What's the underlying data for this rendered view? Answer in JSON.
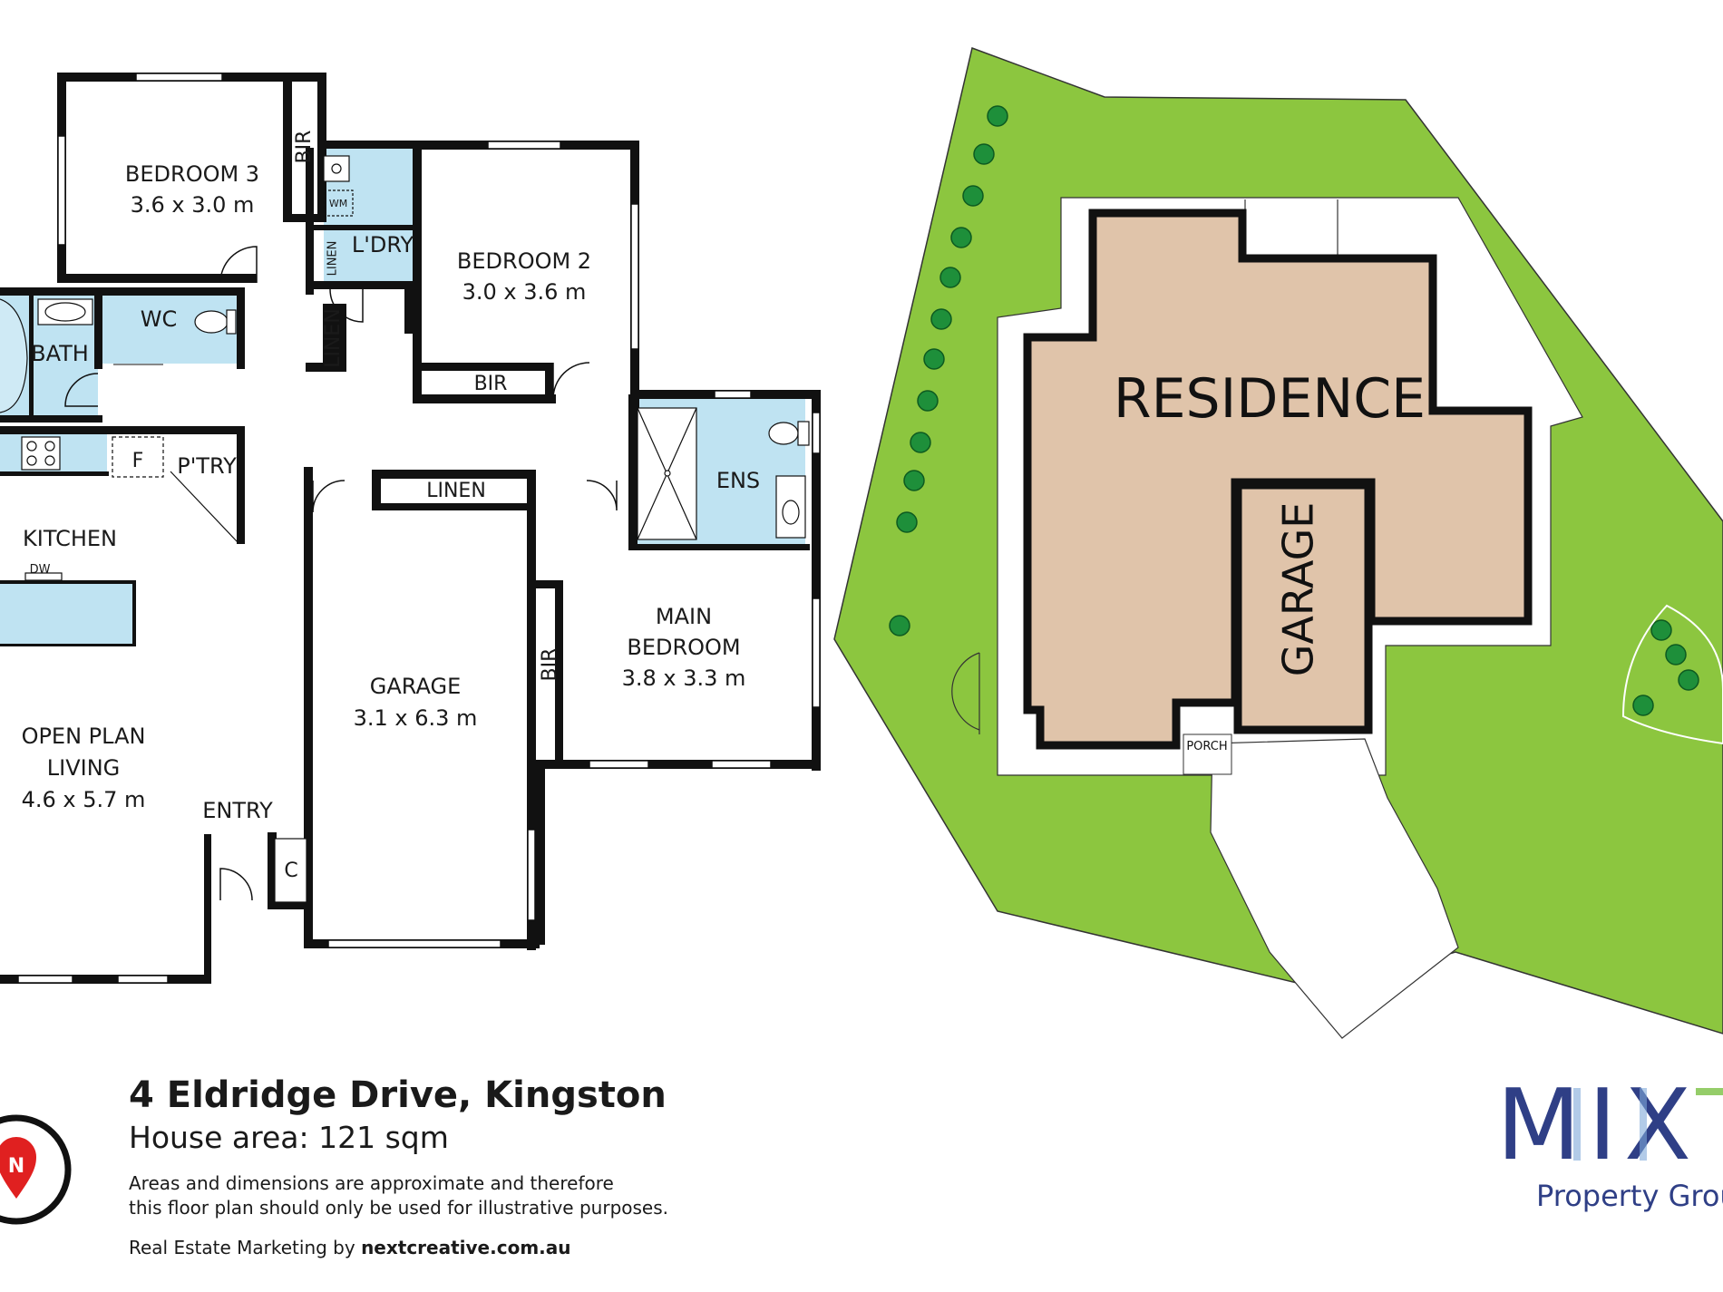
{
  "floorplan": {
    "rooms": {
      "bedroom3": {
        "name": "BEDROOM 3",
        "dims": "3.6 x 3.0 m"
      },
      "bedroom2": {
        "name": "BEDROOM 2",
        "dims": "3.0 x 3.6 m"
      },
      "main_bedroom": {
        "name_line1": "MAIN",
        "name_line2": "BEDROOM",
        "dims": "3.8 x 3.3 m"
      },
      "garage": {
        "name": "GARAGE",
        "dims": "3.1 x 6.3 m"
      },
      "living": {
        "name_line1": "OPEN PLAN",
        "name_line2": "LIVING",
        "dims": "4.6 x 5.7 m"
      },
      "kitchen": "KITCHEN",
      "wc": "WC",
      "bath": "BATH",
      "laundry": "L'DRY",
      "ensuite": "ENS",
      "pantry": "P'TRY",
      "entry": "ENTRY"
    },
    "fixtures": {
      "bir": "BIR",
      "linen": "LINEN",
      "wm": "WM",
      "fridge": "F",
      "dw": "DW",
      "cupboard": "C"
    }
  },
  "siteplan": {
    "residence": "RESIDENCE",
    "garage": "GARAGE",
    "porch": "PORCH"
  },
  "info": {
    "address": "4 Eldridge Drive, Kingston",
    "house_area": "House area: 121 sqm",
    "disclaimer_line1": "Areas and dimensions are approximate and therefore",
    "disclaimer_line2": "this floor plan should only be used for illustrative purposes.",
    "credit_prefix": "Real Estate Marketing by ",
    "credit_site": "nextcreative.com.au"
  },
  "compass": {
    "label": "N"
  },
  "logo": {
    "mark": "MIX",
    "subtitle": "Property Group"
  },
  "colors": {
    "wall": "#111111",
    "wet_area": "#bfe3f2",
    "lawn": "#8cc63f",
    "residence": "#e0c4aa",
    "compass_red": "#e02020",
    "logo_blue": "#2f3f86",
    "logo_light_blue": "#7fa8d8",
    "logo_green": "#7bc043"
  }
}
